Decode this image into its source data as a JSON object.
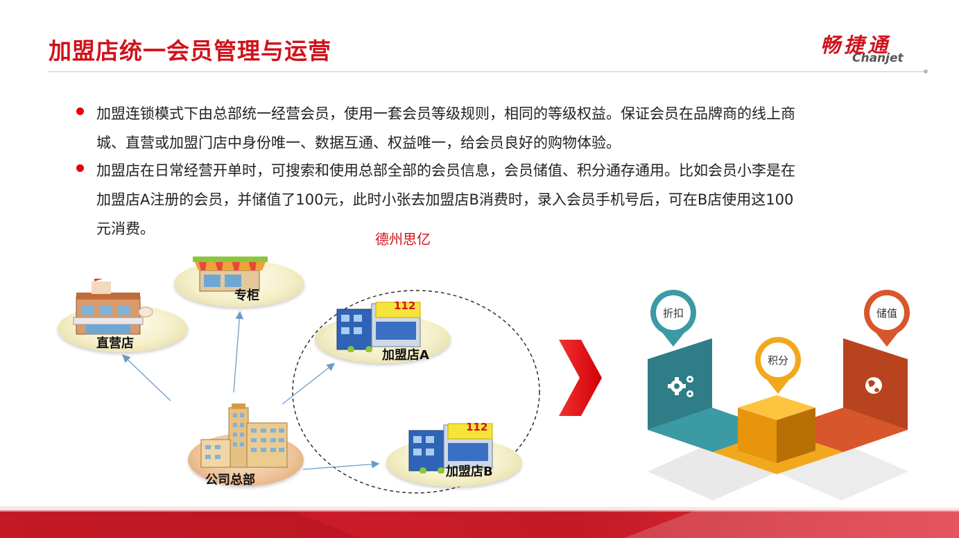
{
  "header": {
    "title": "加盟店统一会员管理与运营",
    "logo_cn": "畅捷通",
    "logo_en": "Chanjet"
  },
  "bullets": [
    {
      "lines": [
        "加盟连锁模式下由总部统一经营会员，使用一套会员等级规则，相同的等级权益。保证会员在品牌商的线上商",
        "城、直营或加盟门店中身份唯一、数据互通、权益唯一，给会员良好的购物体验。"
      ]
    },
    {
      "lines": [
        "加盟店在日常经营开单时，可搜索和使用总部全部的会员信息，会员储值、积分通存通用。比如会员小李是在",
        "加盟店A注册的会员，并储值了100元，此时小张去加盟店B消费时，录入会员手机号后，可在B店使用这100",
        "元消费。"
      ]
    }
  ],
  "watermark": "德州思亿",
  "diagram": {
    "nodes": {
      "direct": "直营店",
      "counter": "专柜",
      "franchise_a": "加盟店A",
      "franchise_b": "加盟店B",
      "hq": "公司总部"
    },
    "store_sign": "112"
  },
  "infographic": {
    "pins": {
      "discount": "折扣",
      "points": "积分",
      "stored_value": "储值"
    },
    "colors": {
      "teal": "#3b9aa3",
      "amber": "#f2a81d",
      "rust": "#d8562b",
      "arrow": "#e8000b"
    }
  }
}
